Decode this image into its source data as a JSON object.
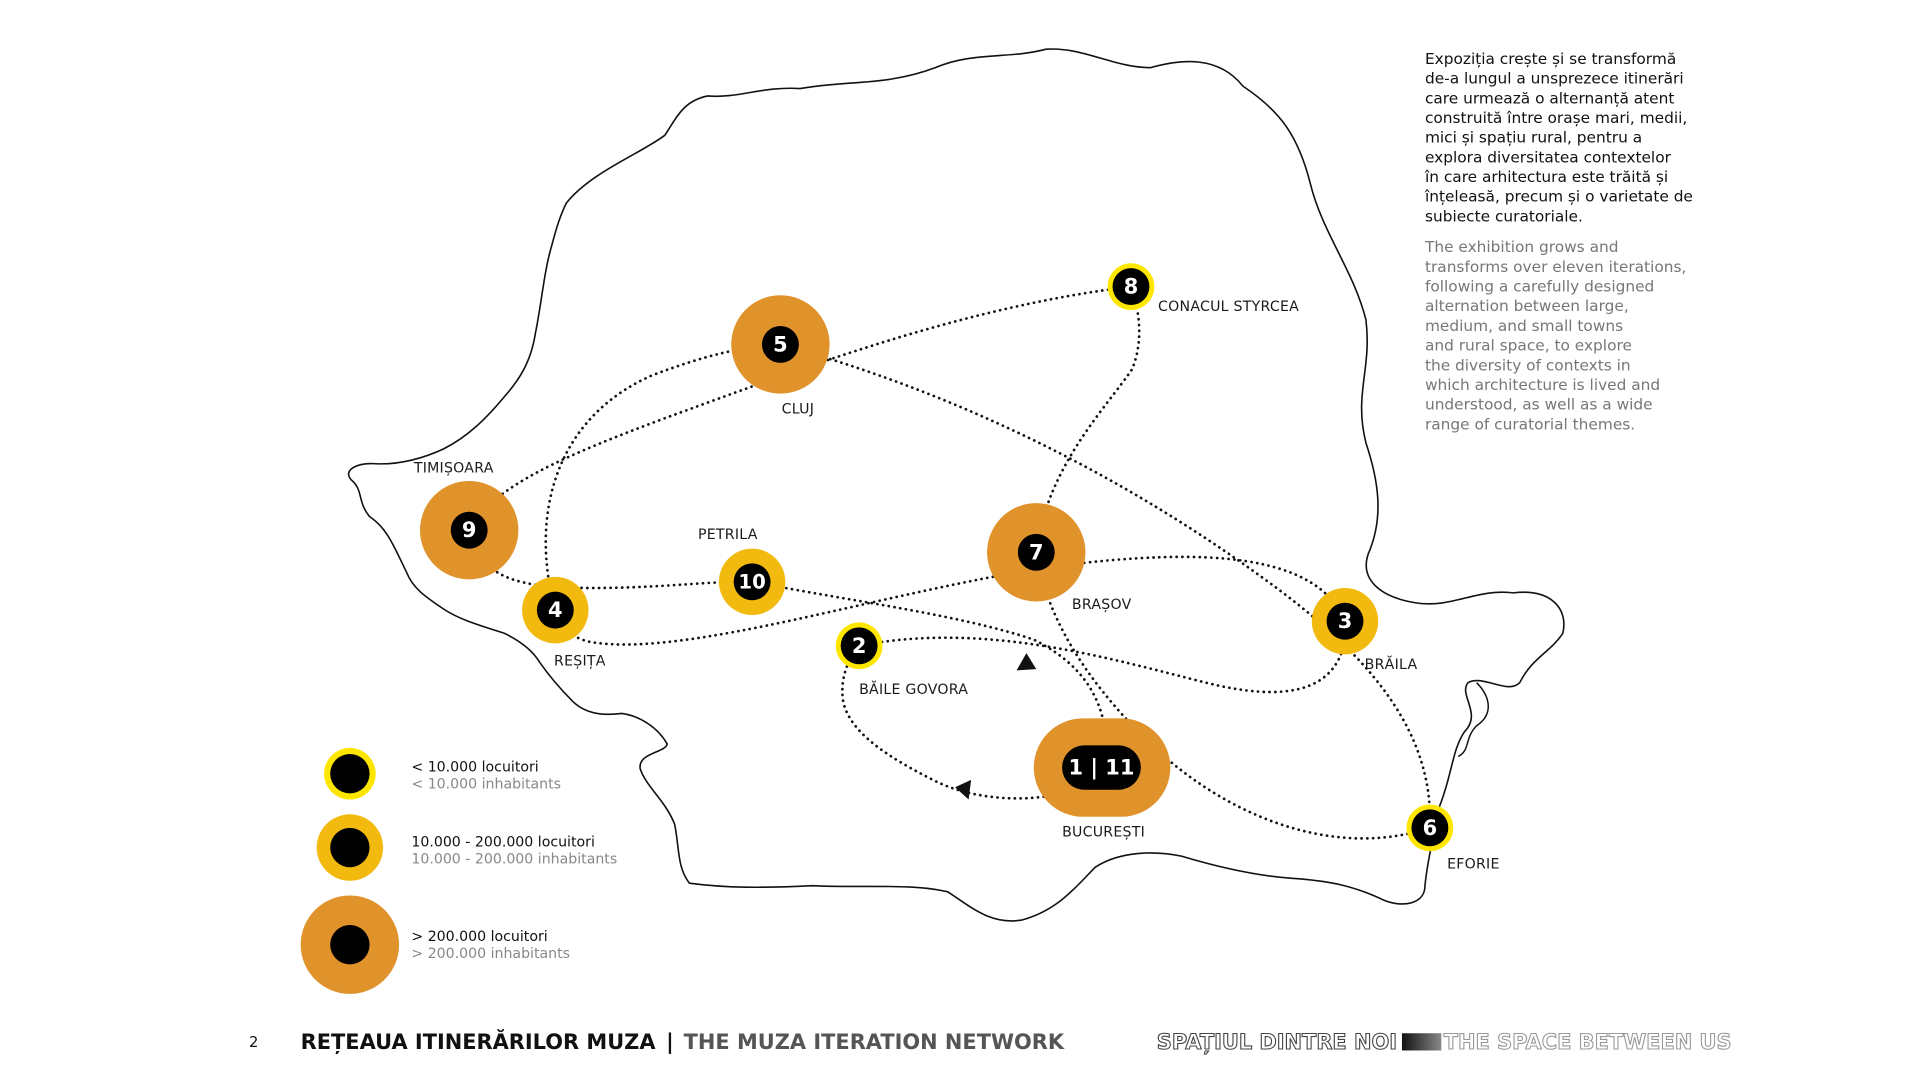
{
  "intro": {
    "ro_lines": [
      "Expoziția crește și se transformă",
      "de-a lungul a unsprezece itinerări",
      "care urmează o alternanță atent",
      "construită între orașe mari, medii,",
      "mici și spațiu rural, pentru a",
      "explora diversitatea contextelor",
      "în care arhitectura este trăită și",
      "înțeleasă, precum și o varietate de",
      "subiecte curatoriale."
    ],
    "en_lines": [
      "The exhibition grows and",
      "transforms over eleven iterations,",
      "following a carefully designed",
      "alternation between large,",
      "medium, and small towns",
      "and rural space, to explore",
      "the diversity of contexts in",
      "which architecture is lived and",
      "understood, as well as a wide",
      "range of curatorial themes."
    ]
  },
  "cities": {
    "bucuresti": {
      "label": "BUCUREȘTI",
      "num": "1 | 11",
      "size": "large"
    },
    "baile_govora": {
      "label": "BĂILE GOVORA",
      "num": "2",
      "size": "small"
    },
    "braila": {
      "label": "BRĂILA",
      "num": "3",
      "size": "medium"
    },
    "resita": {
      "label": "REȘIȚA",
      "num": "4",
      "size": "medium"
    },
    "cluj": {
      "label": "CLUJ",
      "num": "5",
      "size": "large"
    },
    "eforie": {
      "label": "EFORIE",
      "num": "6",
      "size": "small"
    },
    "brasov": {
      "label": "BRAȘOV",
      "num": "7",
      "size": "large"
    },
    "conacul_styrcea": {
      "label": "CONACUL STYRCEA",
      "num": "8",
      "size": "small"
    },
    "timisoara": {
      "label": "TIMIȘOARA",
      "num": "9",
      "size": "large"
    },
    "petrila": {
      "label": "PETRILA",
      "num": "10",
      "size": "medium"
    }
  },
  "legend": [
    {
      "ro": "< 10.000 locuitori",
      "en": "< 10.000 inhabitants"
    },
    {
      "ro": "10.000 - 200.000 locuitori",
      "en": "10.000 - 200.000 inhabitants"
    },
    {
      "ro": "> 200.000 locuitori",
      "en": "> 200.000 inhabitants"
    }
  ],
  "footer": {
    "page_number": "2",
    "title_ro": "REȚEAUA ITINERĂRILOR MUZA",
    "separator": "|",
    "title_en": "THE MUZA ITERATION NETWORK",
    "brand_ro": "SPAȚIUL DINTRE NOI",
    "brand_en": "THE SPACE BETWEEN US"
  },
  "colors": {
    "small": "#FFE600",
    "medium": "#F2B90F",
    "large": "#E0922B",
    "dot": "#000000"
  }
}
